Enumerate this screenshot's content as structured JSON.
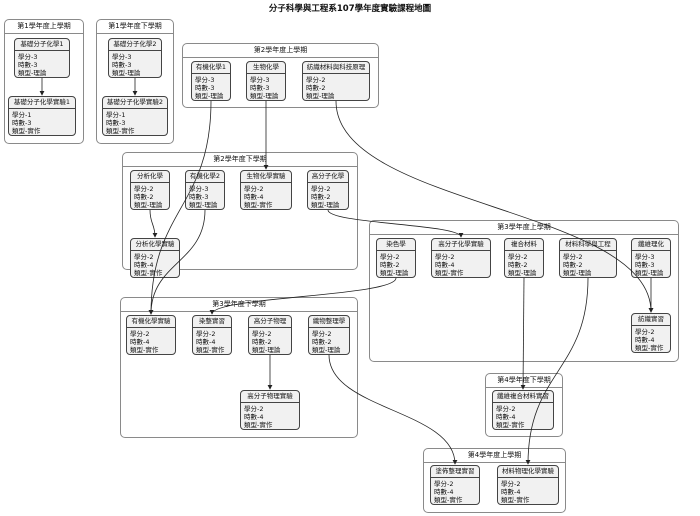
{
  "title": "分子科學與工程系107學年度實驗課程地圖",
  "groups": [
    {
      "id": "y1a",
      "title": "第1學年度上學期"
    },
    {
      "id": "y1b",
      "title": "第1學年度下學期"
    },
    {
      "id": "y2a",
      "title": "第2學年度上學期"
    },
    {
      "id": "y2b",
      "title": "第2學年度下學期"
    },
    {
      "id": "y3a",
      "title": "第3學年度上學期"
    },
    {
      "id": "y3b",
      "title": "第3學年度下學期"
    },
    {
      "id": "y4b",
      "title": "第4學年度下學期"
    },
    {
      "id": "y4a",
      "title": "第4學年度上學期"
    }
  ],
  "courses": [
    {
      "id": "c1",
      "name": "基礎分子化學1",
      "credits": "學分-3",
      "hours": "時數-3",
      "type": "類型-理論"
    },
    {
      "id": "c2",
      "name": "基礎分子化學實驗1",
      "credits": "學分-1",
      "hours": "時數-3",
      "type": "類型-實作"
    },
    {
      "id": "c3",
      "name": "基礎分子化學2",
      "credits": "學分-3",
      "hours": "時數-3",
      "type": "類型-理論"
    },
    {
      "id": "c4",
      "name": "基礎分子化學實驗2",
      "credits": "學分-1",
      "hours": "時數-3",
      "type": "類型-實作"
    },
    {
      "id": "c5",
      "name": "有機化學1",
      "credits": "學分-3",
      "hours": "時數-3",
      "type": "類型-理論"
    },
    {
      "id": "c6",
      "name": "生物化學",
      "credits": "學分-3",
      "hours": "時數-3",
      "type": "類型-理論"
    },
    {
      "id": "c7",
      "name": "紡織材料與科技原理",
      "credits": "學分-2",
      "hours": "時數-2",
      "type": "類型-理論"
    },
    {
      "id": "c8",
      "name": "分析化學",
      "credits": "學分-2",
      "hours": "時數-2",
      "type": "類型-理論"
    },
    {
      "id": "c9",
      "name": "有機化學2",
      "credits": "學分-3",
      "hours": "時數-3",
      "type": "類型-理論"
    },
    {
      "id": "c10",
      "name": "生物化學實驗",
      "credits": "學分-2",
      "hours": "時數-4",
      "type": "類型-實作"
    },
    {
      "id": "c11",
      "name": "高分子化學",
      "credits": "學分-2",
      "hours": "時數-2",
      "type": "類型-理論"
    },
    {
      "id": "c12",
      "name": "分析化學實驗",
      "credits": "學分-2",
      "hours": "時數-4",
      "type": "類型-實作"
    },
    {
      "id": "c13",
      "name": "染色學",
      "credits": "學分-2",
      "hours": "時數-2",
      "type": "類型-理論"
    },
    {
      "id": "c14",
      "name": "高分子化學實驗",
      "credits": "學分-2",
      "hours": "時數-4",
      "type": "類型-實作"
    },
    {
      "id": "c15",
      "name": "複合材料",
      "credits": "學分-2",
      "hours": "時數-2",
      "type": "類型-理論"
    },
    {
      "id": "c16",
      "name": "材料科學與工程",
      "credits": "學分-2",
      "hours": "時數-2",
      "type": "類型-理論"
    },
    {
      "id": "c17",
      "name": "纖維理化",
      "credits": "學分-3",
      "hours": "時數-3",
      "type": "類型-理論"
    },
    {
      "id": "c18",
      "name": "紡織實習",
      "credits": "學分-2",
      "hours": "時數-4",
      "type": "類型-實作"
    },
    {
      "id": "c19",
      "name": "有機化學實驗",
      "credits": "學分-2",
      "hours": "時數-4",
      "type": "類型-實作"
    },
    {
      "id": "c20",
      "name": "染整實習",
      "credits": "學分-2",
      "hours": "時數-4",
      "type": "類型-實作"
    },
    {
      "id": "c21",
      "name": "高分子物理",
      "credits": "學分-2",
      "hours": "時數-2",
      "type": "類型-理論"
    },
    {
      "id": "c22",
      "name": "織物整理學",
      "credits": "學分-2",
      "hours": "時數-2",
      "type": "類型-理論"
    },
    {
      "id": "c23",
      "name": "高分子物理實驗",
      "credits": "學分-2",
      "hours": "時數-4",
      "type": "類型-實作"
    },
    {
      "id": "c24",
      "name": "纖維複合材料實習",
      "credits": "學分-2",
      "hours": "時數-4",
      "type": "類型-實作"
    },
    {
      "id": "c25",
      "name": "塗佈整理實習",
      "credits": "學分-2",
      "hours": "時數-4",
      "type": "類型-實作"
    },
    {
      "id": "c26",
      "name": "材料物理化學實驗",
      "credits": "學分-2",
      "hours": "時數-4",
      "type": "類型-實作"
    }
  ],
  "prerequisites": [
    [
      "c1",
      "c2"
    ],
    [
      "c3",
      "c4"
    ],
    [
      "c6",
      "c10"
    ],
    [
      "c8",
      "c12"
    ],
    [
      "c5",
      "c19"
    ],
    [
      "c9",
      "c19"
    ],
    [
      "c7",
      "c18"
    ],
    [
      "c11",
      "c14"
    ],
    [
      "c17",
      "c18"
    ],
    [
      "c13",
      "c20"
    ],
    [
      "c15",
      "c24"
    ],
    [
      "c21",
      "c23"
    ],
    [
      "c22",
      "c25"
    ],
    [
      "c16",
      "c26"
    ]
  ],
  "colors": {
    "edge": "#222222",
    "course_fill": "#f1f1f1",
    "group_border": "#8a8a8a"
  }
}
